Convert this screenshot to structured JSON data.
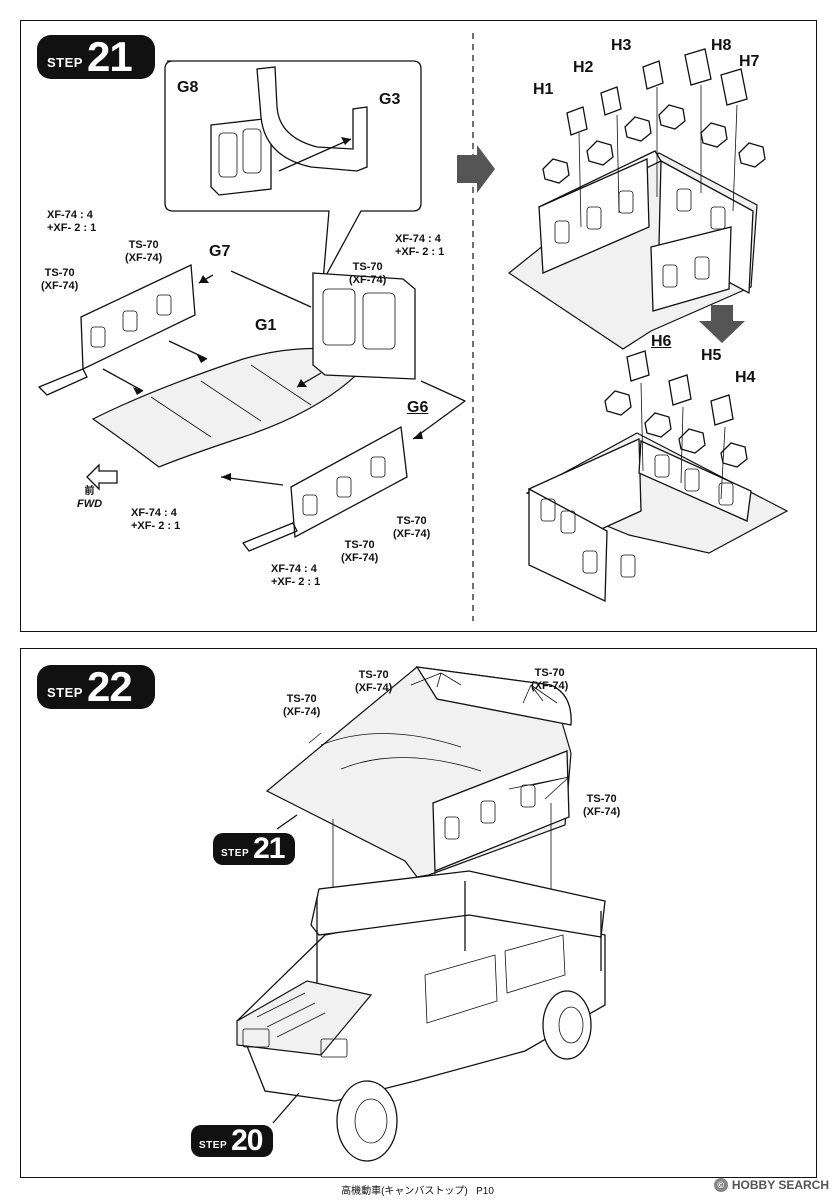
{
  "step21": {
    "label_word": "STEP",
    "label_number": "21",
    "inset_parts": {
      "g8": "G8",
      "g3": "G3"
    },
    "parts": {
      "g7": "G7",
      "g1": "G1",
      "g6": "G6",
      "h1": "H1",
      "h2": "H2",
      "h3": "H3",
      "h8": "H8",
      "h7": "H7",
      "h6": "H6",
      "h5": "H5",
      "h4": "H4"
    },
    "paint": {
      "xf_mix_a": "XF-74 : 4",
      "xf_mix_b": "+XF-  2 : 1",
      "ts70": "TS-70",
      "ts70_sub": "(XF-74)"
    },
    "fwd_kanji": "前",
    "fwd_label": "FWD"
  },
  "step22": {
    "label_word": "STEP",
    "label_number": "22",
    "ref21_word": "STEP",
    "ref21_number": "21",
    "ref20_word": "STEP",
    "ref20_number": "20",
    "paint": {
      "ts70": "TS-70",
      "ts70_sub": "(XF-74)"
    }
  },
  "footer": {
    "title": "高機動車(キャンバストップ)",
    "page": "P10"
  },
  "watermark": {
    "text": "HOBBY SEARCH",
    "icon": "copyright-icon"
  }
}
